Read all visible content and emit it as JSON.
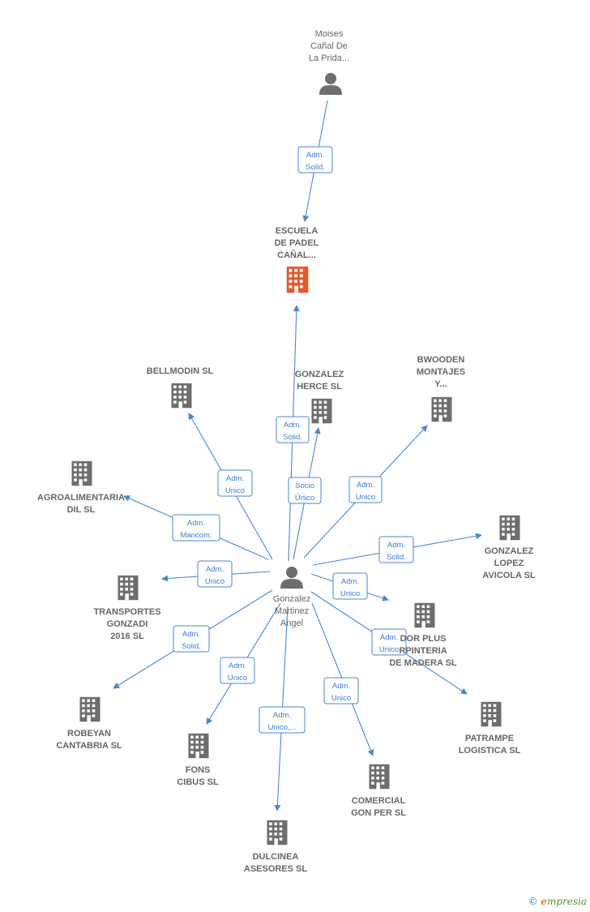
{
  "colors": {
    "edge": "#4a86d4",
    "company": "#6d6d6d",
    "focus_company": "#e8572a",
    "person": "#6d6d6d",
    "label": "#666666"
  },
  "diagram": {
    "center": "gonzalez-martinez",
    "nodes": [
      {
        "id": "moises",
        "kind": "person",
        "icon": "person-icon",
        "lines": [
          "Moises",
          "Cañal De",
          "La Prida..."
        ]
      },
      {
        "id": "escuela",
        "kind": "focus-company",
        "icon": "building-icon",
        "lines": [
          "ESCUELA",
          "DE PADEL",
          "CAÑAL..."
        ]
      },
      {
        "id": "bellmodin",
        "kind": "company",
        "icon": "building-icon",
        "lines": [
          "BELLMODIN SL"
        ]
      },
      {
        "id": "gonzalez-herce",
        "kind": "company",
        "icon": "building-icon",
        "lines": [
          "GONZALEZ",
          "HERCE SL"
        ]
      },
      {
        "id": "bwooden",
        "kind": "company",
        "icon": "building-icon",
        "lines": [
          "BWOODEN",
          "MONTAJES",
          "Y..."
        ]
      },
      {
        "id": "agroalimentaria",
        "kind": "company",
        "icon": "building-icon",
        "lines": [
          "AGROALIMENTARIA",
          "DIL  SL"
        ]
      },
      {
        "id": "gonzalez-lopez",
        "kind": "company",
        "icon": "building-icon",
        "lines": [
          "GONZALEZ",
          "LOPEZ",
          "AVICOLA  SL"
        ]
      },
      {
        "id": "transportes",
        "kind": "company",
        "icon": "building-icon",
        "lines": [
          "TRANSPORTES",
          "GONZADI",
          "2016  SL"
        ]
      },
      {
        "id": "gonzalez-martinez",
        "kind": "person",
        "icon": "person-icon",
        "lines": [
          "Gonzalez",
          "Martinez",
          "Angel"
        ]
      },
      {
        "id": "dor-plus",
        "kind": "company",
        "icon": "building-icon",
        "lines": [
          "DOR PLUS",
          "RPINTERIA",
          "DE MADERA SL"
        ]
      },
      {
        "id": "robeyan",
        "kind": "company",
        "icon": "building-icon",
        "lines": [
          "ROBEYAN",
          "CANTABRIA  SL"
        ]
      },
      {
        "id": "fons",
        "kind": "company",
        "icon": "building-icon",
        "lines": [
          "FONS",
          "CIBUS  SL"
        ]
      },
      {
        "id": "patrampe",
        "kind": "company",
        "icon": "building-icon",
        "lines": [
          "PATRAMPE",
          "LOGISTICA  SL"
        ]
      },
      {
        "id": "comercial",
        "kind": "company",
        "icon": "building-icon",
        "lines": [
          "COMERCIAL",
          "GON PER  SL"
        ]
      },
      {
        "id": "dulcinea",
        "kind": "company",
        "icon": "building-icon",
        "lines": [
          "DULCINEA",
          "ASESORES  SL"
        ]
      }
    ],
    "edges": [
      {
        "from": "moises",
        "to": "escuela",
        "label": [
          "Adm.",
          "Solid."
        ]
      },
      {
        "from": "gonzalez-martinez",
        "to": "escuela",
        "label": [
          "Adm.",
          "Solid."
        ]
      },
      {
        "from": "gonzalez-martinez",
        "to": "bellmodin",
        "label": [
          "Adm.",
          "Unico"
        ]
      },
      {
        "from": "gonzalez-martinez",
        "to": "gonzalez-herce",
        "label": [
          "Socio",
          "Único"
        ]
      },
      {
        "from": "gonzalez-martinez",
        "to": "bwooden",
        "label": [
          "Adm.",
          "Unico"
        ]
      },
      {
        "from": "gonzalez-martinez",
        "to": "agroalimentaria",
        "label": [
          "Adm.",
          "Mancom."
        ]
      },
      {
        "from": "gonzalez-martinez",
        "to": "gonzalez-lopez",
        "label": [
          "Adm.",
          "Solid."
        ]
      },
      {
        "from": "gonzalez-martinez",
        "to": "transportes",
        "label": [
          "Adm.",
          "Unico"
        ]
      },
      {
        "from": "gonzalez-martinez",
        "to": "dor-plus",
        "label": [
          "Adm.",
          "Unico"
        ]
      },
      {
        "from": "gonzalez-martinez",
        "to": "patrampe",
        "label": [
          "Adm.",
          "Unico"
        ]
      },
      {
        "from": "gonzalez-martinez",
        "to": "robeyan",
        "label": [
          "Adm.",
          "Solid."
        ]
      },
      {
        "from": "gonzalez-martinez",
        "to": "fons",
        "label": [
          "Adm.",
          "Unico"
        ]
      },
      {
        "from": "gonzalez-martinez",
        "to": "comercial",
        "label": [
          "Adm.",
          "Unico"
        ]
      },
      {
        "from": "gonzalez-martinez",
        "to": "dulcinea",
        "label": [
          "Adm.",
          "Unico,..."
        ]
      }
    ]
  },
  "footer": {
    "copyright_symbol": "©",
    "brand_initial": "e",
    "brand_rest": "mpresia"
  }
}
